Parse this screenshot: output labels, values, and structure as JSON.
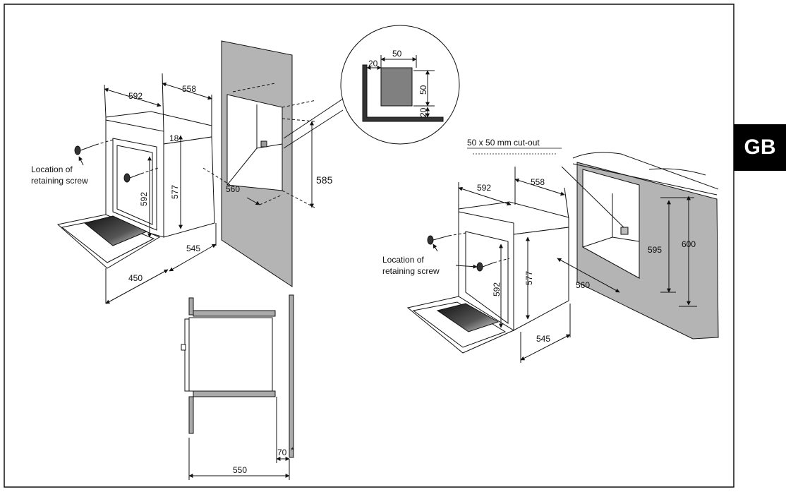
{
  "tab": {
    "label": "GB"
  },
  "left_diagram": {
    "width": "592",
    "depth": "558",
    "panel": "18",
    "height": "577",
    "inner_height": "592",
    "opening_height": "585",
    "opening_width": "560",
    "door_depth": "450",
    "body_depth": "545",
    "screw_label_line1": "Location of",
    "screw_label_line2": "retaining screw"
  },
  "detail": {
    "top": "50",
    "left": "20",
    "side": "50",
    "bottom": "20"
  },
  "plan_view": {
    "gap": "70",
    "asterisk": "*",
    "total_depth": "550"
  },
  "right_diagram": {
    "cutout_label": "50 x 50 mm cut-out",
    "width": "592",
    "depth": "558",
    "height": "577",
    "inner_height": "592",
    "opening_595": "595",
    "opening_600": "600",
    "opening_width": "560",
    "body_depth": "545",
    "screw_label_line1": "Location of",
    "screw_label_line2": "retaining screw"
  },
  "colors": {
    "wall": "#b4b4b4",
    "cutout": "#808080",
    "line": "#111111"
  }
}
